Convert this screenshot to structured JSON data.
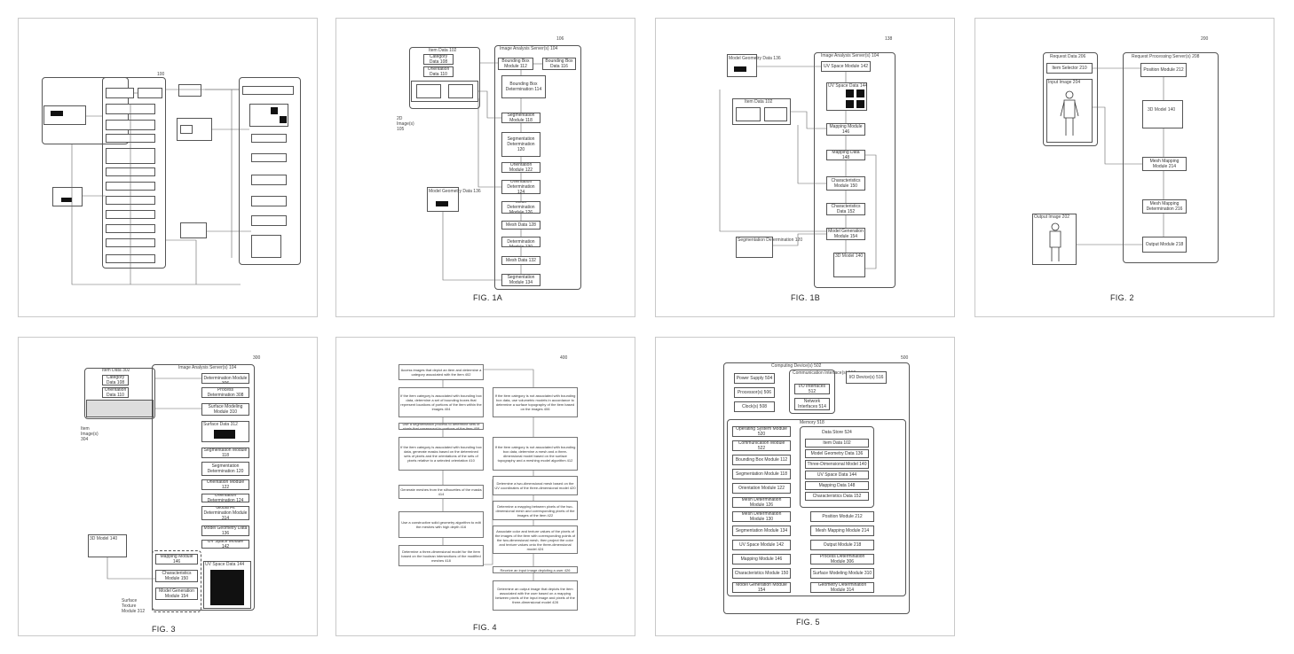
{
  "figures": {
    "fig1": {
      "caption": "",
      "ref": "100"
    },
    "fig1a": {
      "caption": "FIG. 1A",
      "ref": "106",
      "item_data": "Item Data 102",
      "category_data": "Category Data 108",
      "orientation_data": "Orientation Data 110",
      "images": "2D Image(s) 105",
      "server": "Image Analysis Server(s) 104",
      "bbox_module": "Bounding Box Module 112",
      "bbox_data": "Bounding Box Data 116",
      "bbox_det": "Bounding Box Determination 114",
      "seg_module": "Segmentation Module 118",
      "seg_det": "Segmentation Determination 120",
      "orient_module": "Orientation Module 122",
      "orient_det": "Orientation Determination 124",
      "mesh_det": "Mesh Determination Module 126",
      "mesh_data": "Mesh Data 128",
      "model_geom": "Model Geometry Data 136",
      "mesh_det2": "Mesh Determination Module 130",
      "mesh_data2": "Mesh Data 132",
      "segmentation": "Segmentation Module 134"
    },
    "fig1b": {
      "caption": "FIG. 1B",
      "ref": "138",
      "model_geom": "Model Geometry Data 136",
      "server": "Image Analysis Server(s) 104",
      "uv_module": "UV Space Module 142",
      "item_data": "Item Data 102",
      "uv_data": "UV Space Data 144",
      "mapping_module": "Mapping Module 146",
      "mapping_data": "Mapping Data 148",
      "char_module": "Characteristics Module 150",
      "char_data": "Characteristics Data 152",
      "segmentation_det": "Segmentation Determination 120",
      "model_gen": "Model Generation Module 154",
      "model_3d": "3D Model 140"
    },
    "fig2": {
      "caption": "FIG. 2",
      "ref": "200",
      "request": "Request Data 206",
      "item_selector": "Item Selector 210",
      "input_image": "Input Image 204",
      "server": "Request Processing Server(s) 208",
      "position_module": "Position Module 212",
      "model_3d": "3D Model 140",
      "mesh_mapping": "Mesh Mapping Module 214",
      "mesh_det": "Mesh Mapping Determination 216",
      "output_image": "Output Image 202",
      "output_module": "Output Module 218"
    },
    "fig3": {
      "caption": "FIG. 3",
      "ref": "300",
      "item_data": "Item Data 302",
      "category": "Category Data 108",
      "orientation": "Orientation Data 110",
      "images": "Item Image(s) 304",
      "server": "Image Analysis Server(s) 104",
      "process_det_module": "Process Determination Module 306",
      "process_det": "Process Determination 308",
      "surface_module": "Surface Modeling Module 310",
      "surface_data": "Surface Data 312",
      "seg_module": "Segmentation Module 118",
      "seg_det": "Segmentation Determination 120",
      "orient_module": "Orientation Module 122",
      "orient_det": "Orientation Determination 124",
      "global_det": "Global Fit Determination Module 314",
      "model_geom": "Model Geometry Data 136",
      "uv_space": "UV Space Module 142",
      "mapping": "Mapping Module 146",
      "char": "Characteristics Module 150",
      "model_gen": "Model Generation Module 154",
      "uv_data": "UV Space Data 144",
      "model_3d": "3D Model 140",
      "surface_texture": "Surface Texture Module 312"
    },
    "fig4": {
      "caption": "FIG. 4",
      "ref": "400",
      "steps_left": [
        "Access images that depict an item and determine a category associated with the item 402",
        "If the item category is associated with bounding box data, determine a set of bounding boxes that represent locations of portions of the item within the images 404",
        "Use a segmentation process to determine sets of pixels that correspond to portions of the item 408",
        "If the item category is associated with bounding box data, generate masks based on the determined sets of pixels and the orientations of the sets of pixels relative to a selected orientation 410",
        "Generate meshes from the silhouettes of the masks 414",
        "Use a constructive solid geometry algorithm to edit the meshes with high depth 416",
        "Determine a three-dimensional model for the item based on the boolean intersections of the modified meshes 418"
      ],
      "steps_right": [
        "If the item category is not associated with bounding box data, use volumetric models in accordance to determine a surface topography of the item based on the images 406",
        "If the item category is not associated with bounding box data, determine a mesh and a three-dimensional model based on the surface topography and a meshing model algorithm 412",
        "Determine a two-dimensional mesh based on the UV coordinates of the three-dimensional model 420",
        "Determine a mapping between pixels of the two-dimensional mesh and corresponding pixels of the images of the item 422",
        "Associate color and texture values of the pixels of the images of the item with corresponding points of the two-dimensional mesh, then project the color and texture values onto the three-dimensional model 424",
        "Receive an input image depicting a user 426",
        "Determine an output image that depicts the item associated with the user based on a mapping between pixels of the input image and pixels of the three-dimensional model 428"
      ]
    },
    "fig5": {
      "caption": "FIG. 5",
      "ref": "500",
      "computing": "Computing Device(s) 502",
      "power": "Power Supply 504",
      "processor": "Processor(s) 506",
      "clocks": "Clock(s) 508",
      "comm": "Communication Interface(s) 510",
      "io_interfaces": "I/O Interfaces 512",
      "network": "Network Interfaces 514",
      "io_devices": "I/O Device(s) 516",
      "memory": "Memory 518",
      "mods_left": [
        "Operating System Module 520",
        "Communication Module 522",
        "Bounding Box Module 112",
        "Segmentation Module 118",
        "Orientation Module 122",
        "Mesh Determination Module 126",
        "Mesh Determination Module 130",
        "Segmentation Module 134",
        "UV Space Module 142",
        "Mapping Module 146",
        "Characteristics Module 150",
        "Model Generation Module 154"
      ],
      "data_right": [
        "Data Store 524",
        "Item Data 102",
        "Model Geometry Data 136",
        "Three-Dimensional Model 140",
        "UV Space Data 144",
        "Mapping Data 148",
        "Characteristics Data 152"
      ],
      "mods_right": [
        "Position Module 212",
        "Mesh Mapping Module 214",
        "Output Module 218",
        "Process Determination Module 306",
        "Surface Modeling Module 310",
        "Geometry Determination Module 314"
      ]
    }
  }
}
